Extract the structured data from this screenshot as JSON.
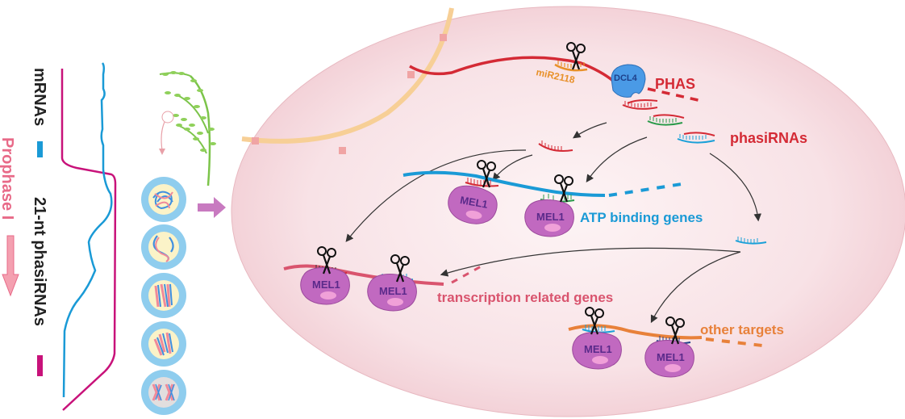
{
  "legend": {
    "mrna_label": "mRNAs",
    "phasirna_label": "21-nt phasiRNAs",
    "stage_label": "Prophase I"
  },
  "pathway": {
    "mirna": "miR2118",
    "dicer": "DCL4",
    "precursor": "PHAS",
    "small_rnas": "phasiRNAs",
    "argonaute": "MEL1",
    "targets": {
      "atp": "ATP binding genes",
      "transcription": "transcription related genes",
      "other": "other targets"
    }
  },
  "colors": {
    "mrna": "#1a9ad6",
    "phasirna": "#c8127a",
    "phas": "#d42a35",
    "mir2118": "#e8912a",
    "dcl4": "#3f8fe0",
    "mel1": "#c169c0",
    "atp_genes": "#1a9ad6",
    "transcription_genes": "#d9546e",
    "other_targets": "#e8813a",
    "prophase": "#e86a88",
    "nucleus": "#f7dde2"
  }
}
